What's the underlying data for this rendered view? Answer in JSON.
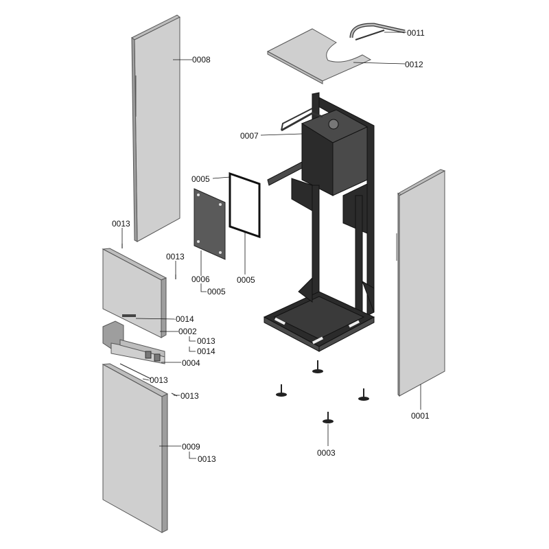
{
  "callouts": {
    "c0001": "0001",
    "c0002": "0002",
    "c0003": "0003",
    "c0004": "0004",
    "c0005a": "0005",
    "c0005b": "0005",
    "c0005c": "0005",
    "c0006": "0006",
    "c0007": "0007",
    "c0008": "0008",
    "c0009": "0009",
    "c0011": "0011",
    "c0012": "0012",
    "c0013a": "0013",
    "c0013b": "0013",
    "c0013c": "0013",
    "c0013d": "0013",
    "c0013e": "0013",
    "c0013f": "0013",
    "c0014a": "0014",
    "c0014b": "0014"
  },
  "colors": {
    "panel": "#cfcfcf",
    "frame": "#2b2b2b",
    "outline": "#555555"
  }
}
